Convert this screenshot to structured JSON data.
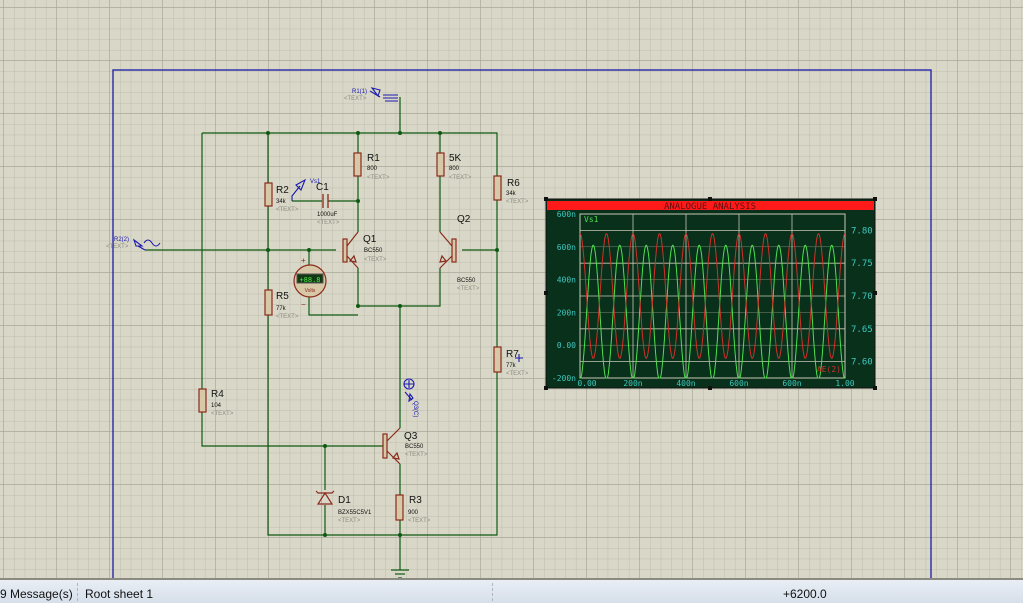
{
  "schematic": {
    "components": {
      "R1": {
        "ref": "R1",
        "value": "800",
        "text": "<TEXT>"
      },
      "R2": {
        "ref": "R2",
        "value": "34k",
        "text": "<TEXT>"
      },
      "R3": {
        "ref": "R3",
        "value": "900",
        "text": "<TEXT>"
      },
      "R4": {
        "ref": "R4",
        "value": "104",
        "text": "<TEXT>"
      },
      "R5": {
        "ref": "R5",
        "value": "77k",
        "text": "<TEXT>"
      },
      "R6": {
        "ref": "R6",
        "value": "34k",
        "text": "<TEXT>"
      },
      "R7": {
        "ref": "R7",
        "value": "77k",
        "text": "<TEXT>"
      },
      "R5K": {
        "ref": "5K",
        "value": "800",
        "text": "<TEXT>"
      },
      "C1": {
        "ref": "C1",
        "value": "1000uF",
        "text": "<TEXT>"
      },
      "Q1": {
        "ref": "Q1",
        "value": "BC550",
        "text": "<TEXT>"
      },
      "Q2": {
        "ref": "Q2",
        "value": "BC550",
        "text": "<TEXT>"
      },
      "Q3": {
        "ref": "Q3",
        "value": "BC550",
        "text": "<TEXT>"
      },
      "D1": {
        "ref": "D1",
        "value": "BZX55C5V1",
        "text": "<TEXT>"
      }
    },
    "probes": {
      "vs1": "Vs1",
      "r1_1": "R1(1)",
      "r1_1_text": "<TEXT>",
      "r2_2": "R2(2)",
      "r2_2_text": "<TEXT>",
      "q3c": "Q3(C)"
    },
    "voltmeter": {
      "display": "+88.8",
      "unit": "Volts",
      "plus": "+",
      "minus": "−"
    }
  },
  "chart_data": {
    "type": "line",
    "title": "ANALOGUE ANALYSIS",
    "x_ticks": [
      "0.00",
      "200n",
      "400n",
      "600n",
      "600n",
      "1.00"
    ],
    "left_ticks": [
      "600n",
      "600n",
      "400n",
      "200n",
      "0.00",
      "-200n"
    ],
    "right_ticks": [
      "7.80",
      "7.75",
      "7.70",
      "7.65",
      "7.60"
    ],
    "xlim": [
      0,
      1.0
    ],
    "ylim_left": [
      -2e-07,
      8e-07
    ],
    "ylim_right": [
      7.575,
      7.825
    ],
    "grid": true,
    "series": [
      {
        "name": "Vs1",
        "axis": "left",
        "color": "#4fe04f",
        "cycles": 10,
        "offset": 2e-07,
        "amplitude": 4.1e-07,
        "phase": 0.5
      },
      {
        "name": "AE(2)",
        "axis": "right",
        "color": "#d0302a",
        "cycles": 10,
        "offset": 7.7,
        "amplitude": 0.095,
        "phase": 0.0
      }
    ],
    "colors": {
      "background": "#08301a",
      "title_bar": "#ff1a1a",
      "axis_text": "#3ec8c0",
      "grid": "#c8c8b4"
    }
  },
  "status_bar": {
    "messages": "9 Message(s)",
    "sheet": "Root sheet 1",
    "coordinate": "+6200.0"
  }
}
